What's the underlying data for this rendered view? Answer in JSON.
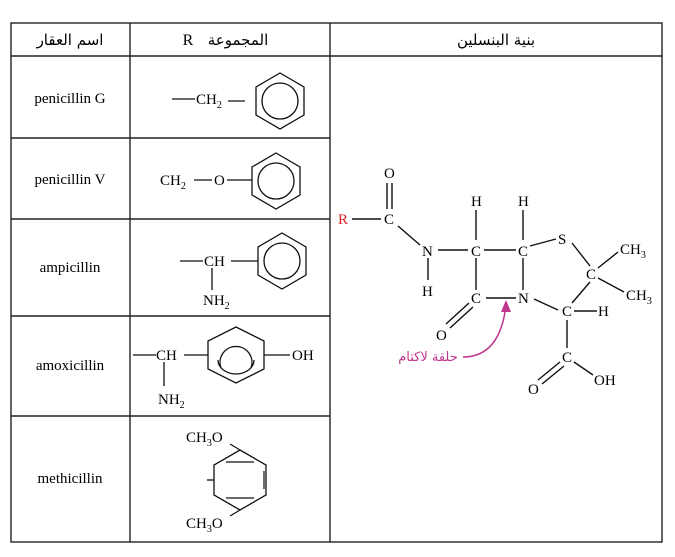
{
  "headers": {
    "name_col": "اسم العقار",
    "r_col": "المجموعة",
    "r_letter": "R",
    "structure_col": "بنية البنسلين"
  },
  "rows": [
    {
      "name": "penicillin G"
    },
    {
      "name": "penicillin V"
    },
    {
      "name": "ampicillin"
    },
    {
      "name": "amoxicillin"
    },
    {
      "name": "methicillin"
    }
  ],
  "groups": {
    "ch2": "CH",
    "sub2": "2",
    "o": "O",
    "ch": "CH",
    "nh": "NH",
    "oh": "OH",
    "ch3o": "CH",
    "sub3": "3",
    "o2": "O"
  },
  "structure": {
    "r": "R",
    "c": "C",
    "o": "O",
    "n": "N",
    "h": "H",
    "s": "S",
    "ch3": "CH",
    "sub3": "3",
    "oh": "OH",
    "lactam_label": "حلقة لاكتام"
  },
  "colors": {
    "r_red": "#d62020",
    "lactam_magenta": "#c0368e",
    "grid": "#222222"
  }
}
